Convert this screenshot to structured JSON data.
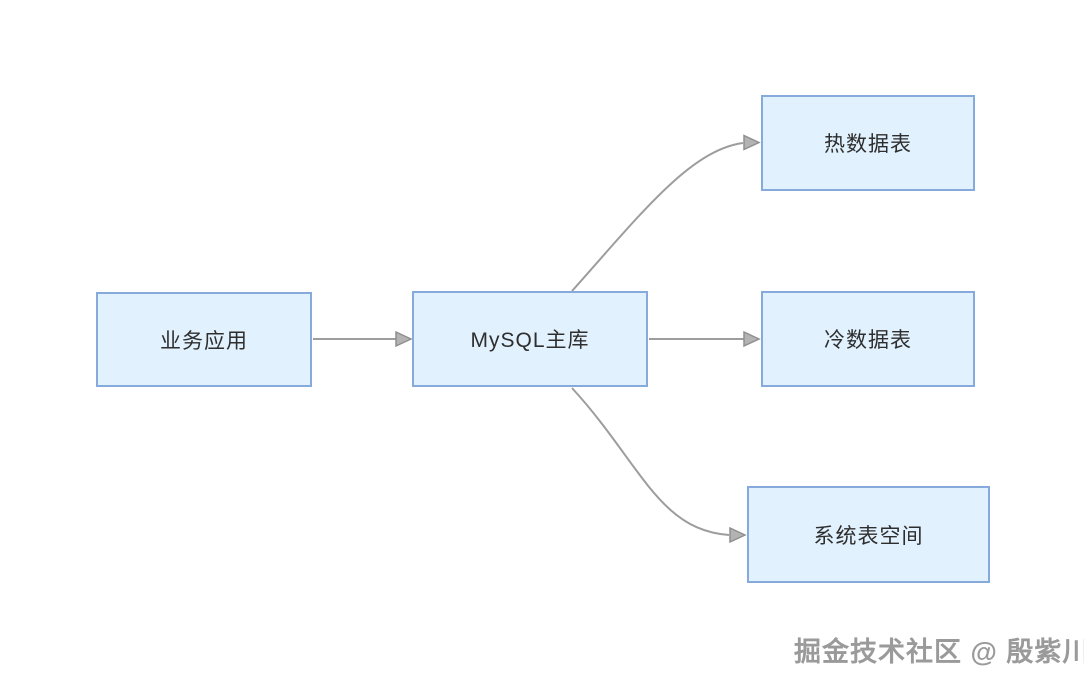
{
  "diagram": {
    "nodes": [
      {
        "id": "business-app",
        "label": "业务应用"
      },
      {
        "id": "mysql-primary",
        "label": "MySQL主库"
      },
      {
        "id": "hot-data-table",
        "label": "热数据表"
      },
      {
        "id": "cold-data-table",
        "label": "冷数据表"
      },
      {
        "id": "system-tablespace",
        "label": "系统表空间"
      }
    ],
    "edges": [
      {
        "from": "business-app",
        "to": "mysql-primary"
      },
      {
        "from": "mysql-primary",
        "to": "hot-data-table"
      },
      {
        "from": "mysql-primary",
        "to": "cold-data-table"
      },
      {
        "from": "mysql-primary",
        "to": "system-tablespace"
      }
    ],
    "colors": {
      "node_fill": "#e1f1fd",
      "node_border": "#85aadb",
      "connector": "#9d9d9d",
      "node_text": "#2e2e2e",
      "watermark_text": "#9a9a9a"
    }
  },
  "watermark": {
    "text": "掘金技术社区 @ 殷紫川"
  }
}
